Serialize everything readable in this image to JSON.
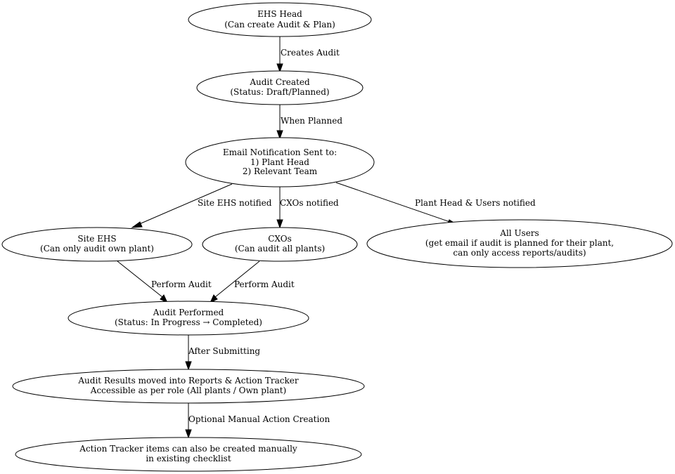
{
  "nodes": {
    "ehs_head": {
      "lines": [
        "EHS Head",
        "(Can create Audit & Plan)"
      ]
    },
    "audit_created": {
      "lines": [
        "Audit Created",
        "(Status: Draft/Planned)"
      ]
    },
    "email_notification": {
      "lines": [
        "Email Notification Sent to:",
        "1) Plant Head",
        "2) Relevant Team"
      ]
    },
    "site_ehs": {
      "lines": [
        "Site EHS",
        "(Can only audit own plant)"
      ]
    },
    "cxos": {
      "lines": [
        "CXOs",
        "(Can audit all plants)"
      ]
    },
    "all_users": {
      "lines": [
        "All Users",
        "(get email if audit is planned for their plant,",
        "can only access reports/audits)"
      ]
    },
    "audit_performed": {
      "lines": [
        "Audit Performed",
        "(Status: In Progress → Completed)"
      ]
    },
    "audit_results": {
      "lines": [
        "Audit Results moved into Reports & Action Tracker",
        "Accessible as per role (All plants / Own plant)"
      ]
    },
    "action_tracker": {
      "lines": [
        "Action Tracker items can also be created manually",
        "in existing checklist"
      ]
    }
  },
  "edges": {
    "creates_audit": {
      "from": "ehs_head",
      "to": "audit_created",
      "label": "Creates Audit"
    },
    "when_planned": {
      "from": "audit_created",
      "to": "email_notification",
      "label": "When Planned"
    },
    "site_ehs_notified": {
      "from": "email_notification",
      "to": "site_ehs",
      "label": "Site EHS notified"
    },
    "cxos_notified": {
      "from": "email_notification",
      "to": "cxos",
      "label": "CXOs notified"
    },
    "plant_head_users_notified": {
      "from": "email_notification",
      "to": "all_users",
      "label": "Plant Head & Users notified"
    },
    "site_ehs_perform": {
      "from": "site_ehs",
      "to": "audit_performed",
      "label": "Perform Audit"
    },
    "cxos_perform": {
      "from": "cxos",
      "to": "audit_performed",
      "label": "Perform Audit"
    },
    "after_submitting": {
      "from": "audit_performed",
      "to": "audit_results",
      "label": "After Submitting"
    },
    "optional_manual": {
      "from": "audit_results",
      "to": "action_tracker",
      "label": "Optional Manual Action Creation"
    }
  }
}
